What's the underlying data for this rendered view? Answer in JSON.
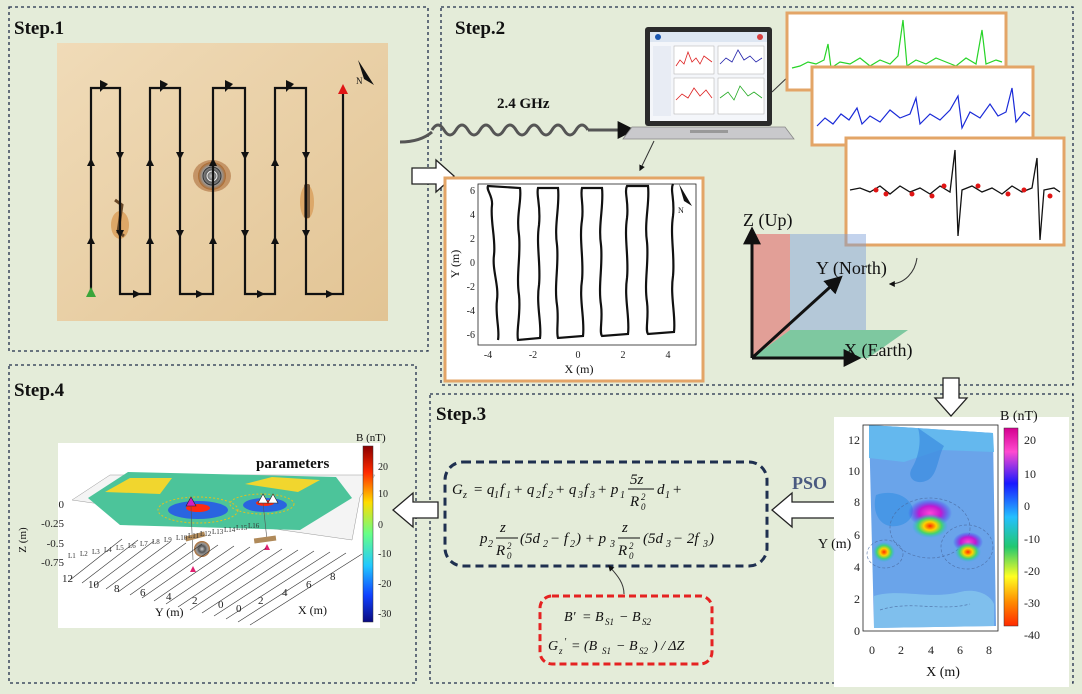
{
  "steps": {
    "s1": "Step.1",
    "s2": "Step.2",
    "s3": "Step.3",
    "s4": "Step.4"
  },
  "labels": {
    "frequency": "2.4 GHz",
    "north": "N",
    "pso": "PSO",
    "parameters": "parameters",
    "z_up": "Z (Up)",
    "y_north": "Y (North)",
    "x_earth": "X (Earth)"
  },
  "track_plot": {
    "xlabel": "X (m)",
    "ylabel": "Y (m)",
    "xticks": [
      "-4",
      "-2",
      "0",
      "2",
      "4"
    ],
    "yticks": [
      "6",
      "4",
      "2",
      "0",
      "-2",
      "-4",
      "-6"
    ]
  },
  "contour_map": {
    "xlabel": "X (m)",
    "ylabel": "Y (m)",
    "colorbar_title": "B (nT)",
    "xticks": [
      "0",
      "2",
      "4",
      "6",
      "8"
    ],
    "yticks": [
      "12",
      "10",
      "8",
      "6",
      "4",
      "2",
      "0"
    ],
    "cbar_ticks": [
      "20",
      "10",
      "0",
      "-10",
      "-20",
      "-30",
      "-40"
    ]
  },
  "view3d": {
    "colorbar_title": "B (nT)",
    "cbar_ticks": [
      "20",
      "10",
      "0",
      "-10",
      "-20",
      "-30"
    ],
    "zlabel": "Z (m)",
    "ylabel": "Y (m)",
    "xlabel": "X (m)",
    "zticks": [
      "0",
      "-0.25",
      "-0.5",
      "-0.75"
    ],
    "yticks": [
      "12",
      "10",
      "8",
      "6",
      "4",
      "2",
      "0"
    ],
    "xticks": [
      "0",
      "2",
      "4",
      "6",
      "8"
    ],
    "lines": [
      "L1",
      "L2",
      "L3",
      "L4",
      "L5",
      "L6",
      "L7",
      "L8",
      "L9",
      "L10",
      "L11",
      "L12",
      "L13",
      "L14",
      "L15",
      "L16"
    ]
  },
  "colors": {
    "background": "#e4ecd9",
    "frame_border": "#1f2c4a",
    "orange_frame": "#e3a567",
    "equation_border": "#1f3050",
    "gradient_border": "#e52222",
    "sand": "#e9cfa4"
  }
}
